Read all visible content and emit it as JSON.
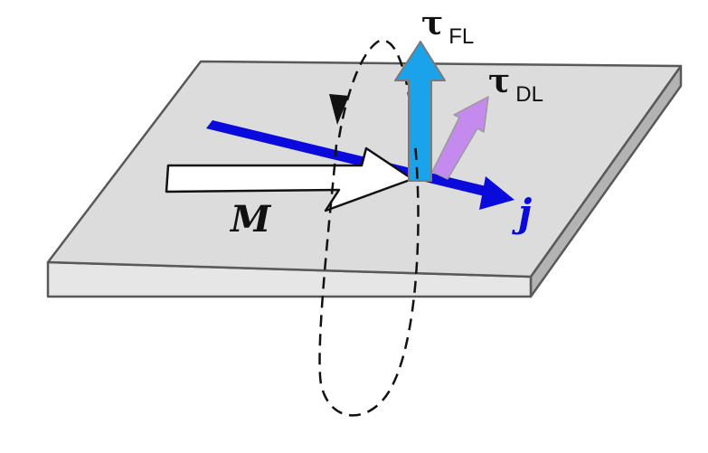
{
  "labels": {
    "magnetization": "M",
    "current": "j",
    "torque_symbol": "τ",
    "field_like_sub": "FL",
    "damping_like_sub": "DL"
  },
  "colors": {
    "slab_top": "#dcdcdc",
    "slab_front": "#e6e6e6",
    "slab_side": "#b3b3b3",
    "slab_edge": "#595959",
    "current_arrow": "#0a0adc",
    "field_like_arrow": "#1aa3ea",
    "damping_like_arrow": "#c48aee",
    "magnetization_arrow": "#ffffff",
    "text": "#111111"
  },
  "icons": {
    "precession_loop": "dashed-ellipse-with-arrowhead"
  }
}
